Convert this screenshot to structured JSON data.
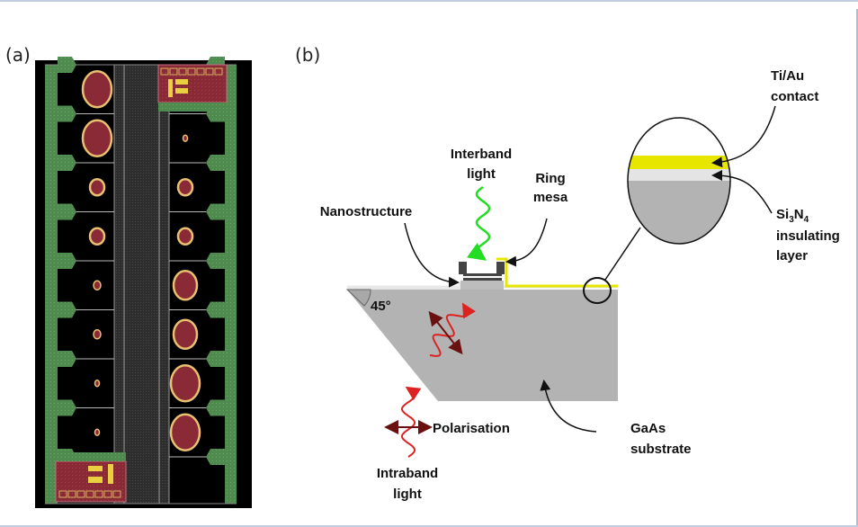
{
  "figure": {
    "panel_a": {
      "label": "(a)",
      "description": "chip-layout",
      "left_devices": [
        "large",
        "large",
        "small",
        "small",
        "tiny",
        "tiny",
        "dot",
        "dot"
      ],
      "right_devices": [
        "dot",
        "dot",
        "small",
        "small",
        "medium",
        "medium",
        "large",
        "large"
      ]
    },
    "panel_b": {
      "label": "(b)",
      "labels": {
        "interband": [
          "Interband",
          "light"
        ],
        "ring_mesa": [
          "Ring",
          "mesa"
        ],
        "nanostructure": "Nanostructure",
        "tiau": [
          "Ti/Au",
          "contact"
        ],
        "si3n4_line1_base": "Si",
        "si3n4_sub1": "3",
        "si3n4_mid": "N",
        "si3n4_sub2": "4",
        "si3n4_line2": "insulating",
        "si3n4_line3": "layer",
        "angle": "45°",
        "polarisation": "Polarisation",
        "intraband": [
          "Intraband",
          "light"
        ],
        "gaas": [
          "GaAs",
          "substrate"
        ]
      },
      "colors": {
        "substrate": "#b3b3b3",
        "contact": "#e6e600",
        "insulator": "#e4e4e4",
        "interband_wave": "#22dd22",
        "intraband_wave": "#dd2222",
        "polarisation_arrow": "#6b1010",
        "mesa": "#444444"
      }
    }
  }
}
